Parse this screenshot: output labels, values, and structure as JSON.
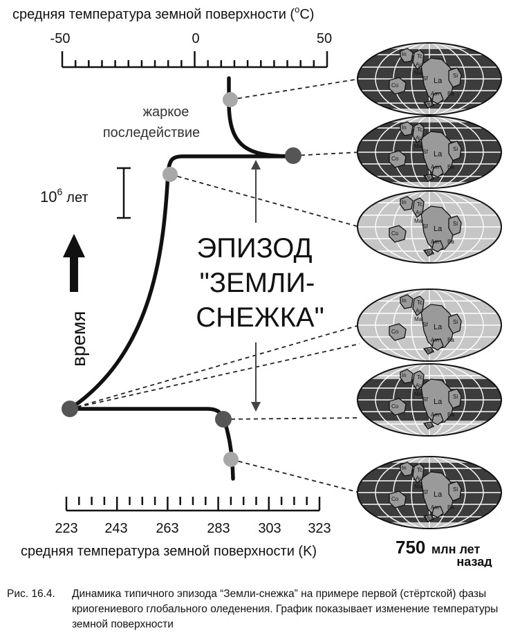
{
  "top_axis": {
    "title": "средняя температура земной поверхности (",
    "unit_sup": "o",
    "unit_tail": "C)",
    "tick_labels": [
      "-50",
      "0",
      "50"
    ],
    "min": -50,
    "max": 50
  },
  "bottom_axis": {
    "title": "средняя температура земной поверхности (K)",
    "tick_labels": [
      "223",
      "243",
      "263",
      "283",
      "303",
      "323"
    ],
    "min": 223,
    "max": 323
  },
  "labels": {
    "hot_aftermath_1": "жаркое",
    "hot_aftermath_2": "последействие",
    "scale_base": "10",
    "scale_exp": "6",
    "scale_unit": "лет",
    "time": "время",
    "episode_1": "ЭПИЗОД",
    "episode_2": "\"ЗЕМЛИ-",
    "episode_3": "СНЕЖКА\"",
    "age_num": "750",
    "age_line1": "млн лет",
    "age_line2": "назад"
  },
  "continents": [
    "In",
    "Tc",
    "Au",
    "Ma",
    "Sf",
    "Si",
    "Co",
    "La",
    "Am",
    "Ba",
    "WA"
  ],
  "caption": {
    "label": "Рис. 16.4.",
    "text": "Динамика типичного эпизода “Земли-снежка” на примере первой (стёртской) фазы криогениевого глобального оледенения. График показывает изменение температуры земной поверхности"
  },
  "colors": {
    "ocean_dark": "#3c3c3c",
    "ice_light": "#c6c6c6",
    "continent": "#9a9a9a",
    "point_dark": "#555555",
    "point_light": "#a8a8a8"
  }
}
